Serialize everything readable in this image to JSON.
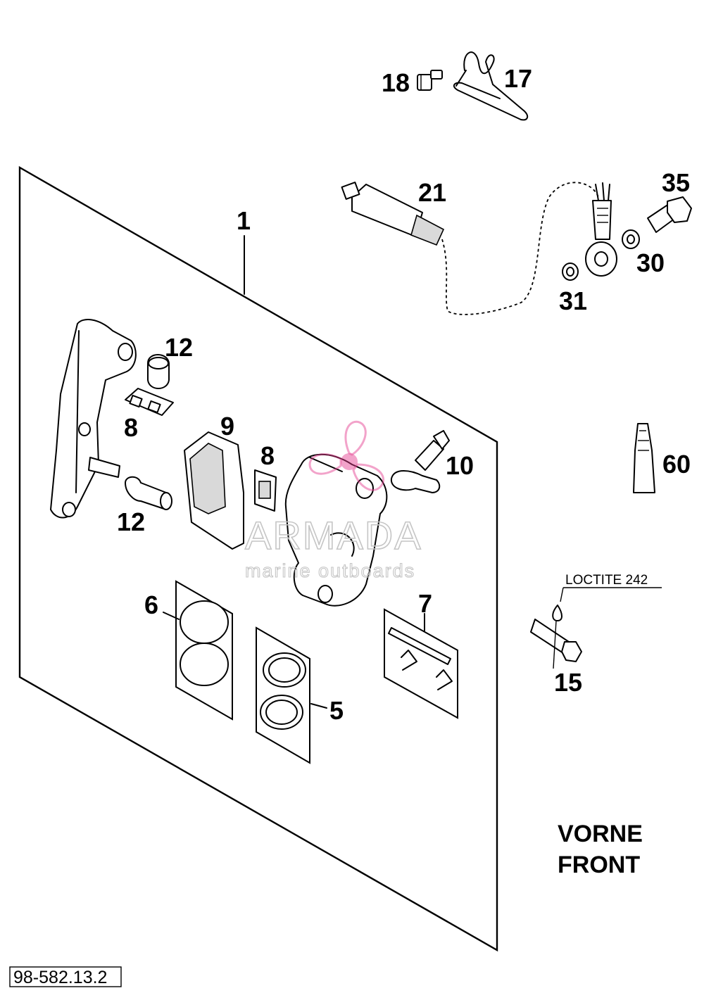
{
  "callouts": {
    "c1": "1",
    "c5": "5",
    "c6": "6",
    "c7": "7",
    "c8a": "8",
    "c8b": "8",
    "c9": "9",
    "c10": "10",
    "c12a": "12",
    "c12b": "12",
    "c15": "15",
    "c17": "17",
    "c18": "18",
    "c21": "21",
    "c30": "30",
    "c31": "31",
    "c35": "35",
    "c60": "60"
  },
  "notes": {
    "loctite": "LOCTITE 242",
    "front_de": "VORNE",
    "front_en": "FRONT",
    "drawing_ref": "98-582.13.2"
  },
  "watermark": {
    "brand": "ARMADA",
    "tagline": "marine outboards",
    "color": "#e33a8c"
  }
}
